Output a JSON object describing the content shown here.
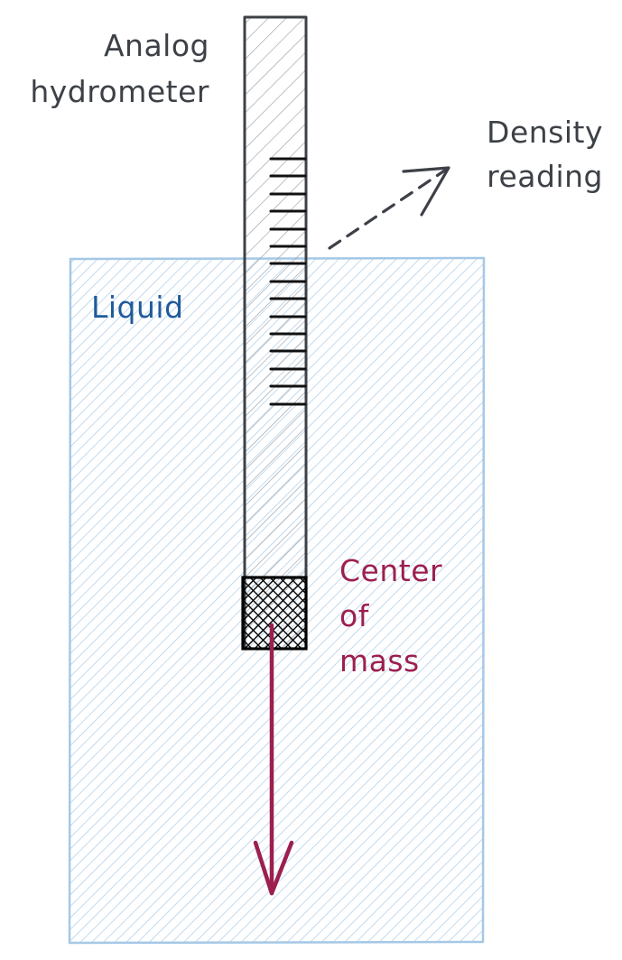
{
  "labels": {
    "hydrometer_line1": "Analog",
    "hydrometer_line2": "hydrometer",
    "density_line1": "Density",
    "density_line2": "reading",
    "liquid": "Liquid",
    "center_line1": "Center",
    "center_line2": "of",
    "center_line3": "mass"
  },
  "colors": {
    "ink": "#3d4147",
    "liquid_stroke": "#a5c8e6",
    "liquid_hatch": "#a9cbe8",
    "liquid_label": "#1f5b9a",
    "stem_hatch": "#9aa0a6",
    "accent": "#9c1f4f"
  }
}
